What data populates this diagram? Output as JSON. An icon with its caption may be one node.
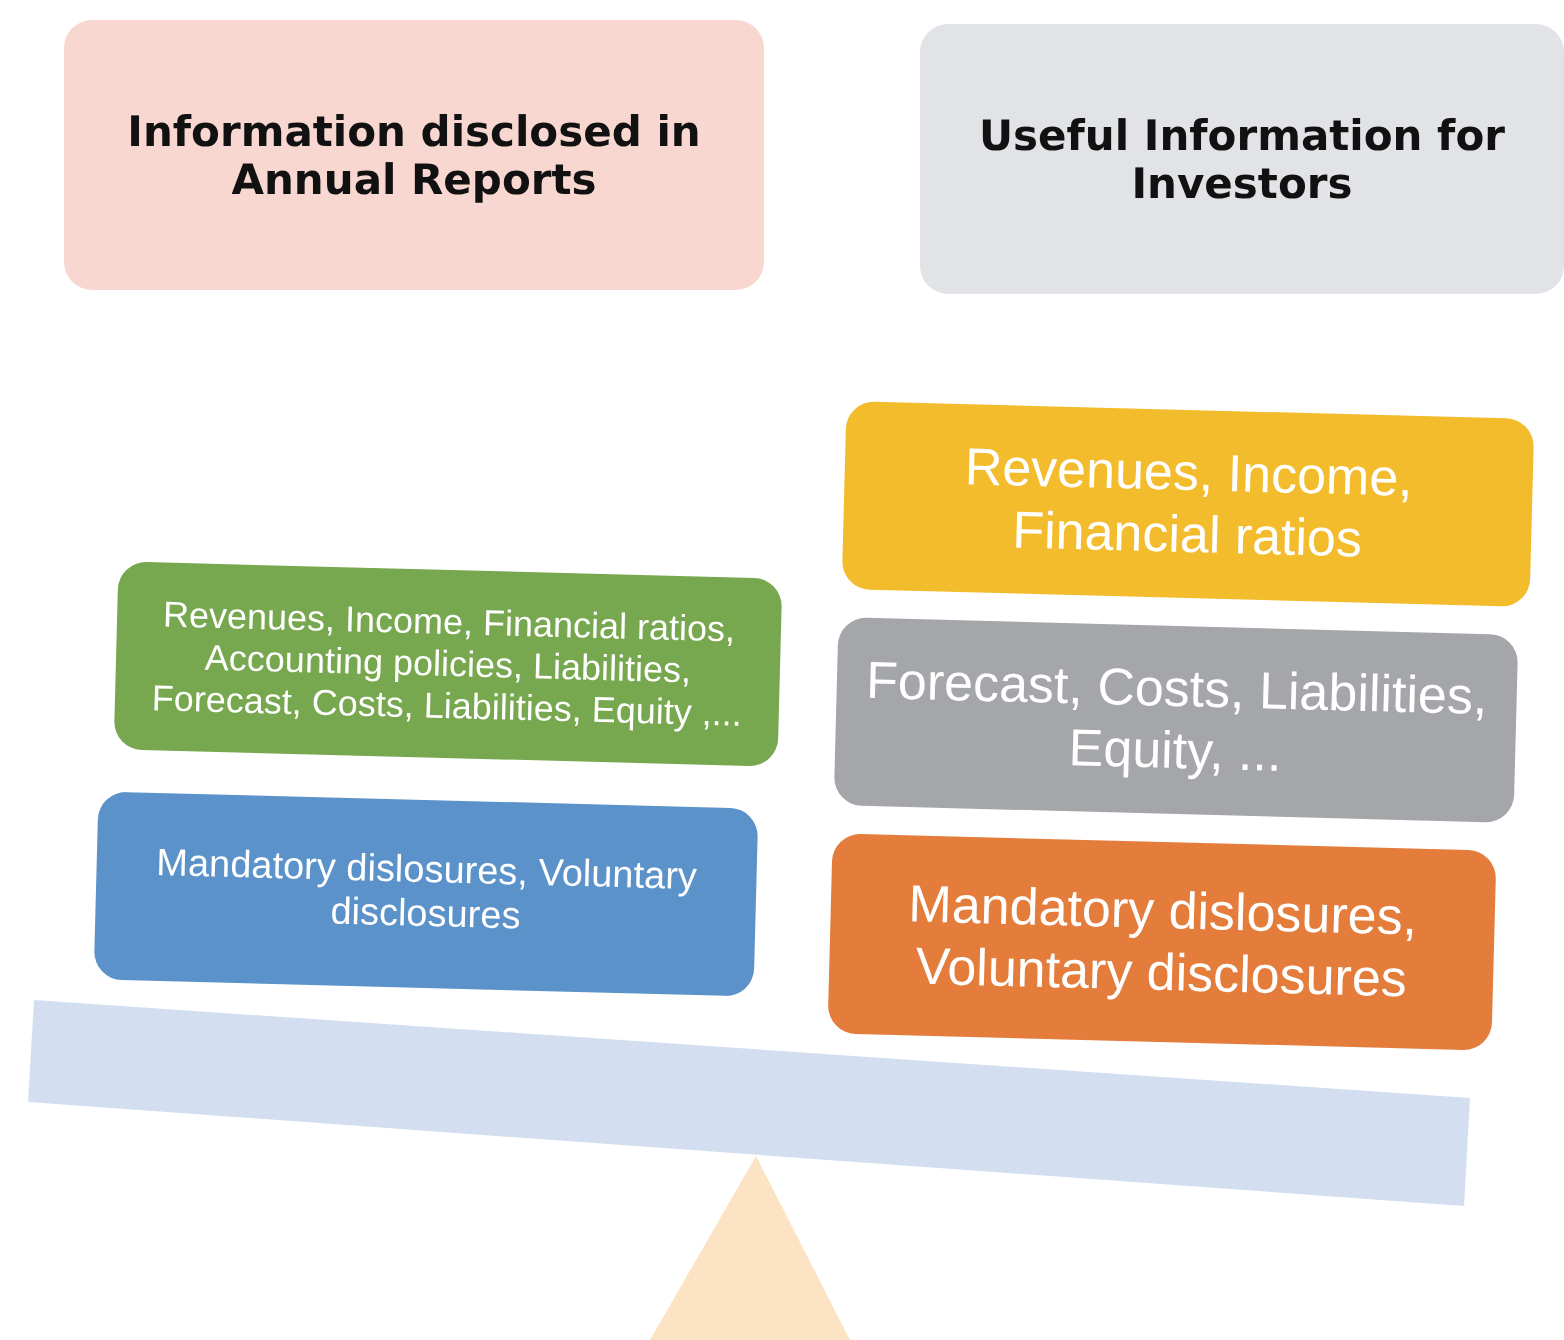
{
  "diagram": {
    "nodes": [
      {
        "text": [
          "Information disclosed in Annual Reports"
        ]
      },
      {
        "text": [
          "Useful Information for Investors"
        ]
      },
      {
        "text": [
          "Revenues, Income, Financial ratios, Accounting policies, Liabilities, Forecast, Costs, Liabilities, Equity ,..."
        ]
      },
      {
        "text": [
          "Mandatory dislosures, Voluntary disclosures"
        ]
      },
      {
        "text": [
          "Revenues, Income, Financial ratios"
        ]
      },
      {
        "text": [
          "Forecast, Costs, Liabilities, Equity, ..."
        ]
      },
      {
        "text": [
          "Mandatory dislosures, Voluntary disclosures"
        ]
      }
    ]
  }
}
